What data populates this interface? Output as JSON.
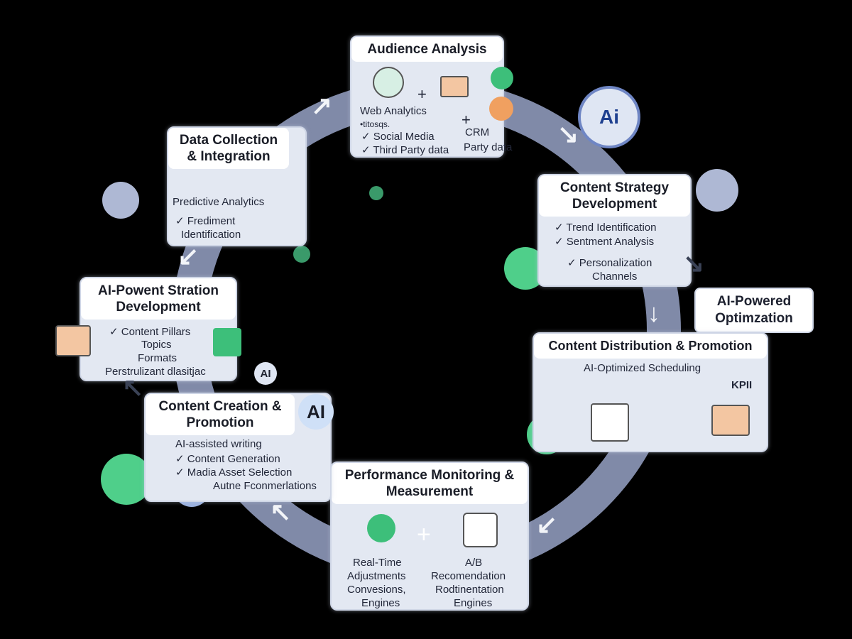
{
  "audience": {
    "title": "Audience Analysis",
    "items": [
      "Web Analytics",
      "•titosqs.",
      "✓ Social Media",
      "✓ Third Party data"
    ],
    "right": [
      "CRM",
      "Party data"
    ],
    "plus": "+"
  },
  "data_collection": {
    "title": "Data Collection & Integration",
    "items": [
      "Predictive Analytics",
      "✓ Frediment",
      "Identification"
    ]
  },
  "strategy": {
    "title": "Content Strategy Development",
    "items": [
      "✓ Trend Identification",
      "✓ Sentment Analysis",
      "✓ Personalization",
      "Channels"
    ]
  },
  "optimization": {
    "title": "AI-Powered Optimzation"
  },
  "distribution": {
    "title": "Content Distribution & Promotion",
    "items": [
      "AI-Optimized Scheduling",
      "KPII"
    ]
  },
  "performance": {
    "title": "Performance Monitoring & Measurement",
    "left": [
      "Real-Time",
      "Adjustments",
      "Convesions,",
      "Engines"
    ],
    "right": [
      "A/B",
      "Recomendation",
      "Rodtinentation",
      "Engines"
    ],
    "plus": "+"
  },
  "creation": {
    "title": "Content Creation & Promotion",
    "items": [
      "AI-assisted writing",
      "✓ Content Generation",
      "✓ Madia Asset Selection",
      "Autne Fconmerlations"
    ]
  },
  "ai_strategy": {
    "title": "AI-Powent Stration Development",
    "items": [
      "✓ Content Pillars",
      "Topics",
      "Formats",
      "Perstrulizant dlasitjac"
    ]
  },
  "badges": {
    "ai_large": "Ai",
    "ai_small": "AI",
    "ai_creation": "AI"
  },
  "colors": {
    "ring": "#8e99ba",
    "card": "#e3e8f2",
    "green": "#3dbf7a",
    "orange": "#f0a060"
  }
}
